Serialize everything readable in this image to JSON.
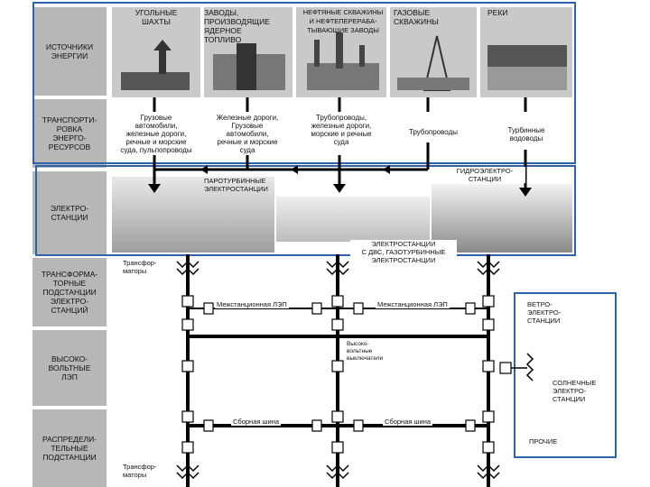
{
  "row_labels": {
    "sources": "ИСТОЧНИКИ\nЭНЕРГИИ",
    "transport": "ТРАНСПОРТИ-\nРОВКА\nЭНЕРГО-\nРЕСУРСОВ",
    "power_plants": "ЭЛЕКТРО-\nСТАНЦИИ",
    "transformer_substations": "ТРАНСФОРМА-\nТОРНЫЕ\nПОДСТАНЦИИ\nЭЛЕКТРО-\nСТАНЦИЙ",
    "hv_lines": "ВЫСОКО-\nВОЛЬТНЫЕ\nЛЭП",
    "distribution_substations": "РАСПРЕДЕЛИ-\nТЕЛЬНЫЕ\nПОДСТАНЦИИ"
  },
  "sources": [
    {
      "name": "УГОЛЬНЫЕ\nШАХТЫ",
      "transport": "Грузовые\nавтомобили,\nжелезные дороги,\nречные и морские\nсуда, пульпопроводы"
    },
    {
      "name": "ЗАВОДЫ,\nПРОИЗВОДЯЩИЕ\nЯДЕРНОЕ\nТОПЛИВО",
      "transport": "Железные дороги,\nГрузовые\nавтомобили,\nречные и морские\nсуда"
    },
    {
      "name": "НЕФТЯНЫЕ СКВАЖИНЫ\nИ НЕФТЕПЕРЕРАБА-\nТЫВАЮЩИЕ ЗАВОДЫ",
      "transport": "Трубопроводы,\nжелезные дороги,\nморские и речные\nсуда"
    },
    {
      "name": "ГАЗОВЫЕ\nСКВАЖИНЫ",
      "transport": "Трубопроводы"
    },
    {
      "name": "РЕКИ",
      "transport": "Турбинные\nводоводы"
    }
  ],
  "plants": {
    "steam": "ПАРОТУРБИННЫЕ\nЭЛЕКТРОСТАНЦИИ",
    "hydro": "ГИДРОЭЛЕКТРО-\nСТАНЦИИ",
    "ice_gas": "ЭЛЕКТРОСТАНЦИИ\nС ДВС, ГАЗОТУРБИННЫЕ\nЭЛЕКТРОСТАНЦИИ"
  },
  "grid": {
    "transformers_top": "Трансфор-\nматоры",
    "intertie_left": "Межстанционная ЛЭП",
    "intertie_right": "Межстанционная ЛЭП",
    "hv_breakers": "Высоко-\nвольтные\nвыключатели",
    "busbar_left": "Сборная шина",
    "busbar_right": "Сборная шина",
    "transformers_bottom": "Трансфор-\nматоры"
  },
  "other_plants": {
    "wind": "ВЕТРО-\nЭЛЕКТРО-\nСТАНЦИИ",
    "solar": "СОЛНЕЧНЫЕ\nЭЛЕКТРО-\nСТАНЦИИ",
    "other": "ПРОЧИЕ"
  },
  "colors": {
    "frame": "#2f62a8",
    "label_bg": "#b7b7b7",
    "line": "#000000"
  }
}
